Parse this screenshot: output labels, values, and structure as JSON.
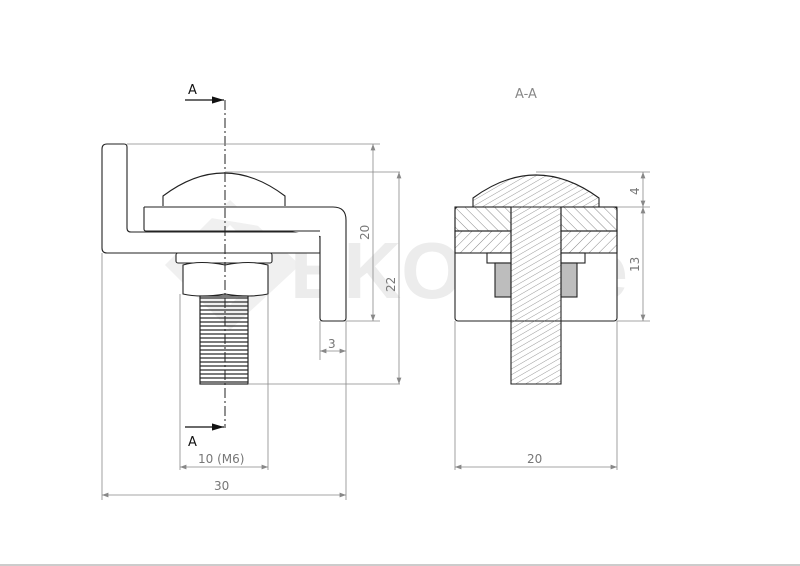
{
  "drawing": {
    "section_title": "A-A",
    "section_markers": {
      "top": "A",
      "bottom": "A"
    },
    "watermark": "EKOffice"
  },
  "dimensions": {
    "left_view": {
      "total_width": "30",
      "thread": "10 (M6)",
      "flange_thickness": "3",
      "inner_height": "20",
      "outer_height": "22"
    },
    "section_view": {
      "width": "20",
      "head_height": "4",
      "body_height": "13"
    }
  },
  "colors": {
    "line": "#222222",
    "dim_line": "#888888",
    "hatch": "#555555",
    "nut_fill": "#bdbdbd",
    "watermark": "#ececec"
  }
}
